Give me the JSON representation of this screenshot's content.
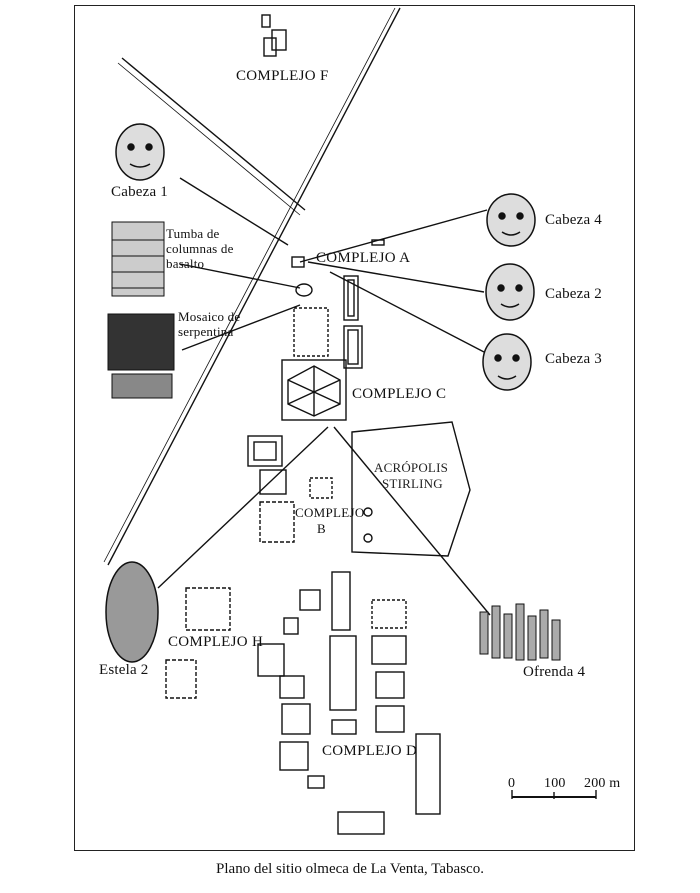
{
  "caption": "Plano del sitio olmeca de La Venta, Tabasco.",
  "complexes": {
    "f": "COMPLEJO F",
    "a": "COMPLEJO A",
    "c": "COMPLEJO C",
    "b_line1": "COMPLEJO",
    "b_line2": "B",
    "h": "COMPLEJO H",
    "d": "COMPLEJO D",
    "acropolis_line1": "ACRÓPOLIS",
    "acropolis_line2": "STIRLING"
  },
  "artifacts": {
    "cabeza1": "Cabeza 1",
    "cabeza4": "Cabeza 4",
    "cabeza2": "Cabeza 2",
    "cabeza3": "Cabeza 3",
    "tumba": "Tumba de columnas de basalto",
    "mosaico": "Mosaico de serpentina",
    "estela2": "Estela 2",
    "ofrenda4": "Ofrenda 4"
  },
  "scale": {
    "t0": "0",
    "t1": "100",
    "t2": "200 m"
  }
}
